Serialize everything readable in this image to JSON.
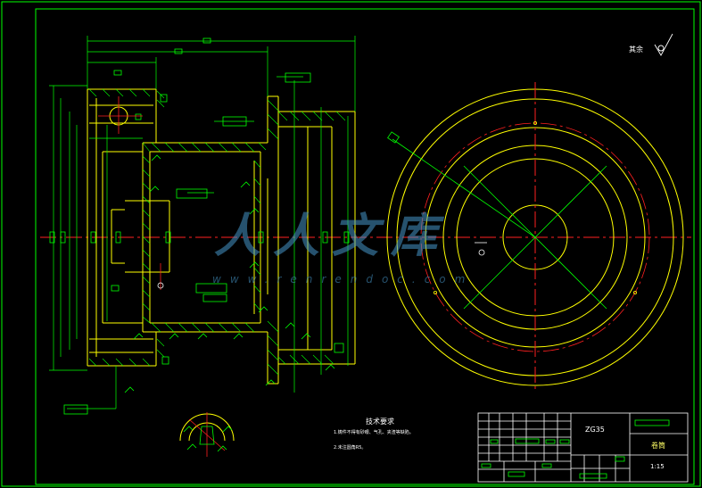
{
  "drawing": {
    "surface_label": "其余",
    "tech_requirements": {
      "title": "技术要求",
      "line1": "1.铸件不得有砂眼、气孔、夹渣等缺陷。",
      "line2": "2.未注圆角R5。"
    },
    "title_block": {
      "material": "ZG35",
      "part_name": "卷筒",
      "scale": "1:15"
    },
    "watermark": {
      "logo_text": "人人文库",
      "url_text": "www.renrendoc.com"
    }
  },
  "colors": {
    "background": "#000000",
    "frame": "#00ff00",
    "outline": "#ffff00",
    "centerline": "#ff2020",
    "dimension": "#00ff00",
    "hatch": "#00ff00",
    "text": "#ffffff"
  }
}
